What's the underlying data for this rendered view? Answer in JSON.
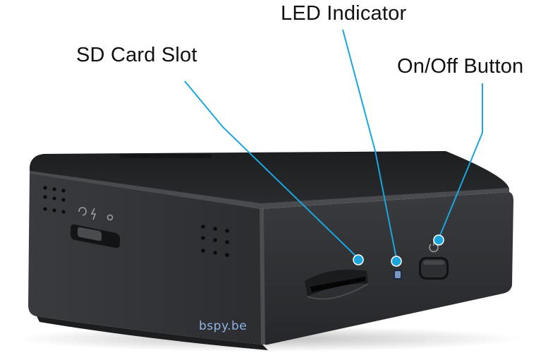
{
  "labels": {
    "sd_card_slot": "SD Card Slot",
    "led_indicator": "LED Indicator",
    "on_off_button": "On/Off Button"
  },
  "watermark": "bspy.be",
  "colors": {
    "callout_line": "#1aa6dd",
    "device_body": "#2b2c2f",
    "led": "#7d97c4",
    "watermark": "#8fb4e6"
  },
  "icons": [
    "microphone-icon",
    "flash-icon",
    "settings-icon",
    "power-icon"
  ]
}
